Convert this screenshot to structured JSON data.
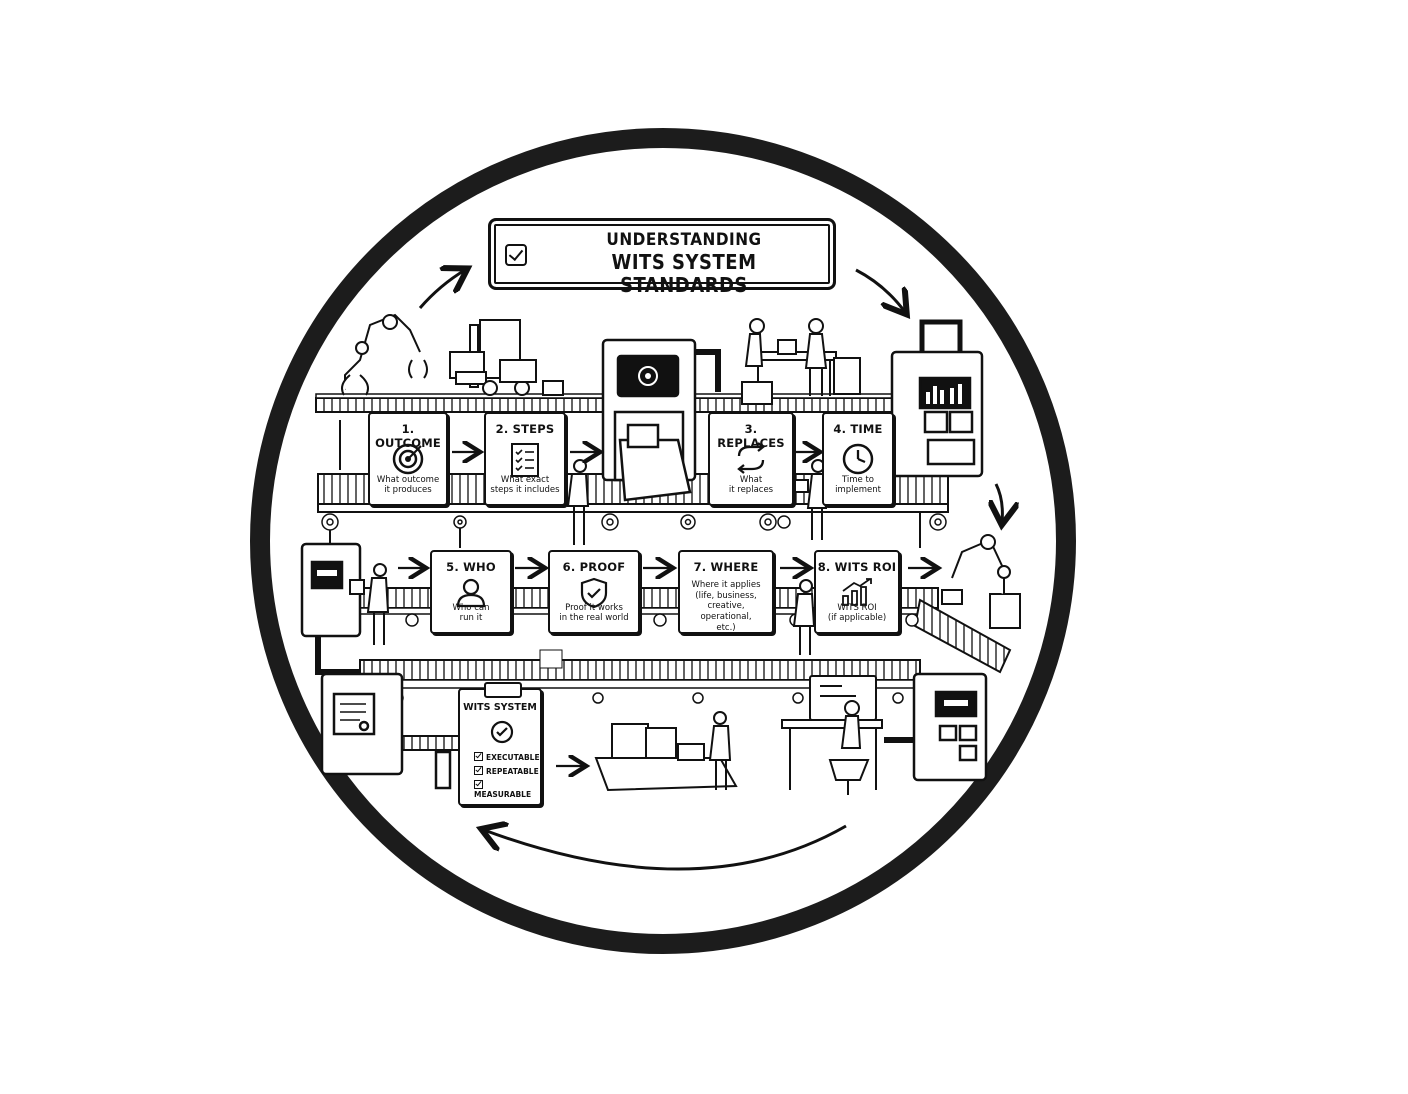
{
  "title": {
    "line1": "UNDERSTANDING",
    "line2": "WITS SYSTEM STANDARDS"
  },
  "cards": [
    {
      "title": "1. OUTCOME",
      "desc": "What outcome\nit produces",
      "icon": "target-icon"
    },
    {
      "title": "2. STEPS",
      "desc": "What exact\nsteps it includes",
      "icon": "checklist-icon"
    },
    {
      "title": "3. REPLACES",
      "desc": "What\nit replaces",
      "icon": "replace-arrows-icon"
    },
    {
      "title": "4. TIME",
      "desc": "Time to\nimplement",
      "icon": "clock-icon"
    },
    {
      "title": "5. WHO",
      "desc": "Who can\nrun it",
      "icon": "person-icon"
    },
    {
      "title": "6. PROOF",
      "desc": "Proof it works\nin the real world",
      "icon": "shield-check-icon"
    },
    {
      "title": "7. WHERE",
      "desc": "Where it applies\n(life, business,\ncreative, operational,\netc.)",
      "icon": ""
    },
    {
      "title": "8. WITS ROI",
      "desc": "WITS ROI\n(if applicable)",
      "icon": "growth-chart-icon"
    }
  ],
  "clipboard": {
    "title": "WITS SYSTEM",
    "items": [
      "EXECUTABLE",
      "REPEATABLE",
      "MEASURABLE"
    ]
  }
}
